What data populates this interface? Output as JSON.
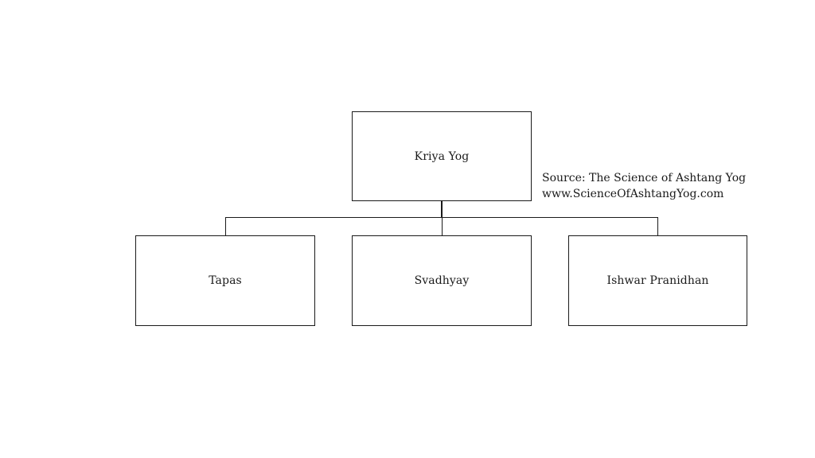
{
  "diagram": {
    "root": {
      "label": "Kriya Yog"
    },
    "children": [
      {
        "label": "Tapas"
      },
      {
        "label": "Svadhyay"
      },
      {
        "label": "Ishwar Pranidhan"
      }
    ],
    "source_note": {
      "line1": "Source: The Science of Ashtang Yog",
      "line2": "www.ScienceOfAshtangYog.com"
    }
  },
  "colors": {
    "line": "#1a1a1a",
    "background": "#ffffff"
  }
}
